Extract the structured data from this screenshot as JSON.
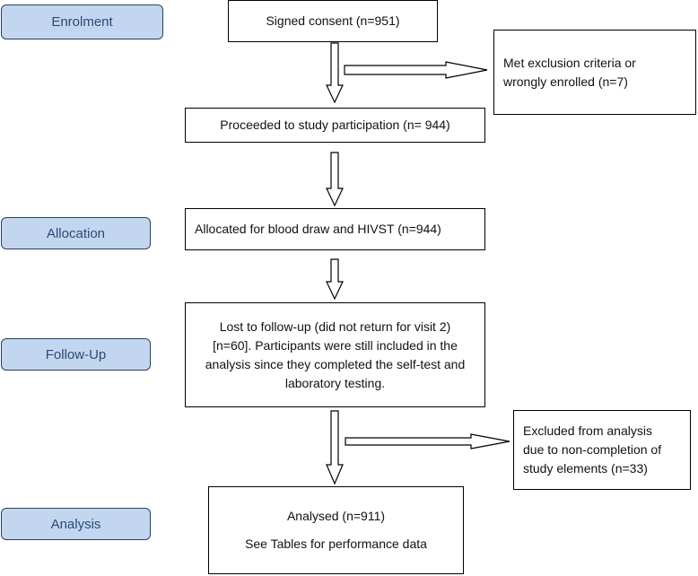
{
  "phases": {
    "enrolment": "Enrolment",
    "allocation": "Allocation",
    "follow_up": "Follow-Up",
    "analysis": "Analysis"
  },
  "boxes": {
    "signed_consent": "Signed consent (n=951)",
    "exclusion": [
      "Met exclusion criteria or",
      "wrongly enrolled (n=7)"
    ],
    "proceeded": "Proceeded to study participation (n= 944)",
    "allocated": "Allocated for blood draw and HIVST (n=944)",
    "lost": [
      "Lost to follow-up (did not return for visit 2)",
      "[n=60]. Participants were still included in the",
      "analysis since they completed the self-test and",
      "laboratory testing."
    ],
    "excluded": [
      "Excluded from analysis",
      "due to non-completion of",
      "study elements (n=33)"
    ],
    "analysed": [
      "Analysed (n=911)",
      "See Tables for performance data"
    ]
  }
}
